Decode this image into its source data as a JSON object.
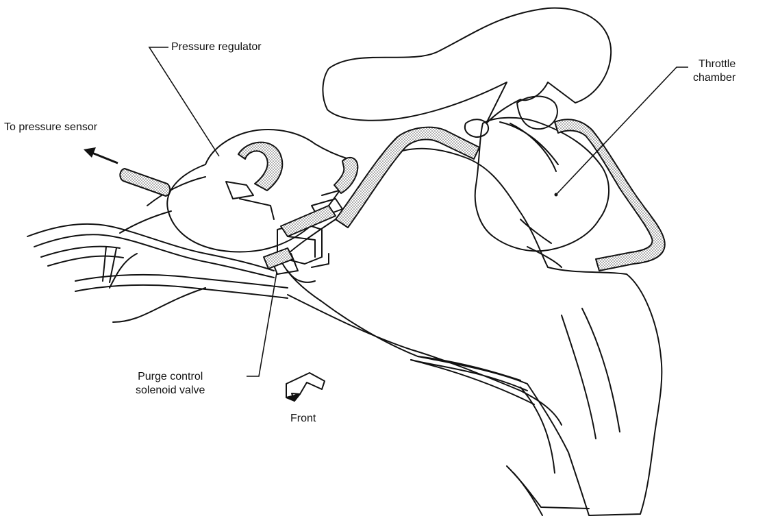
{
  "labels": {
    "pressure_regulator": "Pressure regulator",
    "to_pressure_sensor": "To pressure sensor",
    "throttle_chamber": [
      "Throttle",
      "chamber"
    ],
    "purge_control": [
      "Purge control",
      "solenoid valve"
    ],
    "front": "Front"
  },
  "colors": {
    "ink": "#111111",
    "hose_fill": "#cfcfcf",
    "background": "#ffffff"
  },
  "icons": {
    "front_arrow": "arrow-down-left-icon",
    "sensor_arrow": "arrow-up-left-icon"
  }
}
